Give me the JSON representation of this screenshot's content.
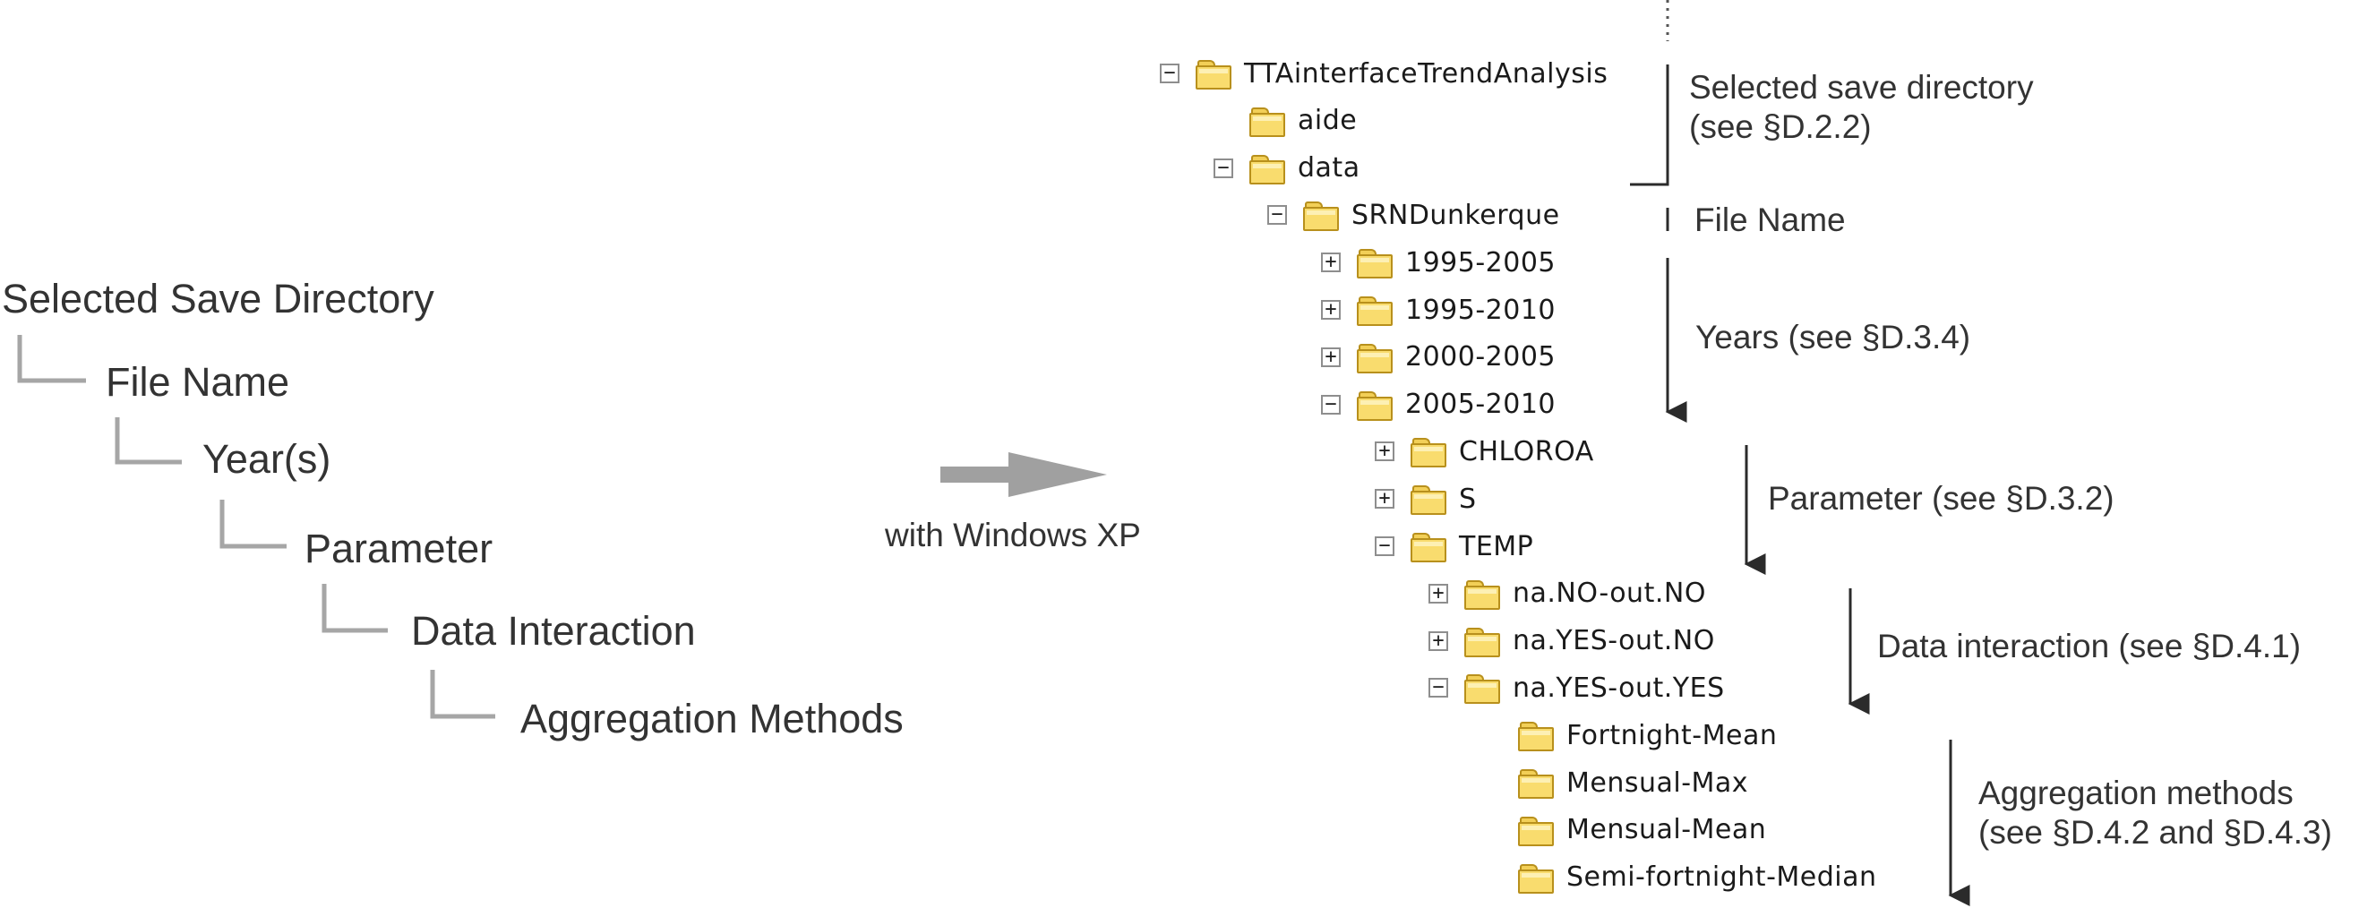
{
  "hierarchy": {
    "items": [
      "Selected Save Directory",
      "File Name",
      "Year(s)",
      "Parameter",
      "Data Interaction",
      "Aggregation Methods"
    ]
  },
  "arrow_caption": "with Windows XP",
  "tree": {
    "nodes": [
      {
        "label": "TTAinterfaceTrendAnalysis",
        "expander": "minus"
      },
      {
        "label": "aide",
        "expander": "none"
      },
      {
        "label": "data",
        "expander": "minus"
      },
      {
        "label": "SRNDunkerque",
        "expander": "minus"
      },
      {
        "label": "1995-2005",
        "expander": "plus"
      },
      {
        "label": "1995-2010",
        "expander": "plus"
      },
      {
        "label": "2000-2005",
        "expander": "plus"
      },
      {
        "label": "2005-2010",
        "expander": "minus"
      },
      {
        "label": "CHLOROA",
        "expander": "plus"
      },
      {
        "label": "S",
        "expander": "plus"
      },
      {
        "label": "TEMP",
        "expander": "minus"
      },
      {
        "label": "na.NO-out.NO",
        "expander": "plus"
      },
      {
        "label": "na.YES-out.NO",
        "expander": "plus"
      },
      {
        "label": "na.YES-out.YES",
        "expander": "minus"
      },
      {
        "label": "Fortnight-Mean",
        "expander": "none"
      },
      {
        "label": "Mensual-Max",
        "expander": "none"
      },
      {
        "label": "Mensual-Mean",
        "expander": "none"
      },
      {
        "label": "Semi-fortnight-Median",
        "expander": "none"
      }
    ]
  },
  "annotations": {
    "save_dir_line1": "Selected save directory",
    "save_dir_line2": "(see §D.2.2)",
    "file_name": "File Name",
    "years": "Years (see §D.3.4)",
    "parameter": "Parameter (see §D.3.2)",
    "data_interaction": "Data interaction (see §D.4.1)",
    "aggregation_line1": "Aggregation methods",
    "aggregation_line2": "(see §D.4.2 and §D.4.3)"
  },
  "colors": {
    "connector_gray": "#a6a6a6",
    "arrow_gray": "#a0a0a0",
    "annotation_line": "#2b2b2b",
    "folder_yellow": "#f9dc6e"
  }
}
